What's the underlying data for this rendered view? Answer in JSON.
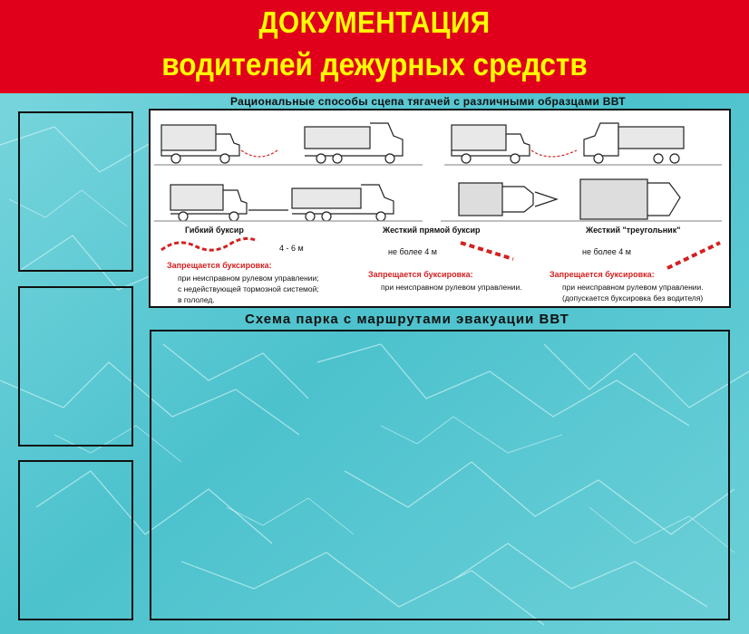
{
  "banner": {
    "title_line1": "ДОКУМЕНТАЦИЯ",
    "title_line2": "водителей дежурных средств"
  },
  "towing": {
    "heading": "Рациональные способы сцепа тягачей с различными образцами ВВТ",
    "methods": [
      {
        "name": "Гибкий буксир",
        "distance": "4 - 6 м",
        "forbidden_title": "Запрещается буксировка:",
        "forbidden_items": [
          "при неисправном рулевом управлении;",
          "с недействующей тормозной системой;",
          "в гололед."
        ]
      },
      {
        "name": "Жесткий прямой буксир",
        "distance": "не более 4 м",
        "forbidden_title": "Запрещается буксировка:",
        "forbidden_items": [
          "при неисправном рулевом управлении."
        ]
      },
      {
        "name": "Жесткий \"треугольник\"",
        "distance": "не более 4 м",
        "forbidden_title": "Запрещается буксировка:",
        "forbidden_items": [
          "при неисправном рулевом управлении.",
          "(допускается буксировка без водителя)"
        ]
      }
    ]
  },
  "park": {
    "heading": "Схема парка с маршрутами эвакуации ВВТ"
  },
  "colors": {
    "banner_bg": "#e0001b",
    "banner_text": "#ffff00",
    "background": "#5cc9d3",
    "warning": "#d42020"
  }
}
